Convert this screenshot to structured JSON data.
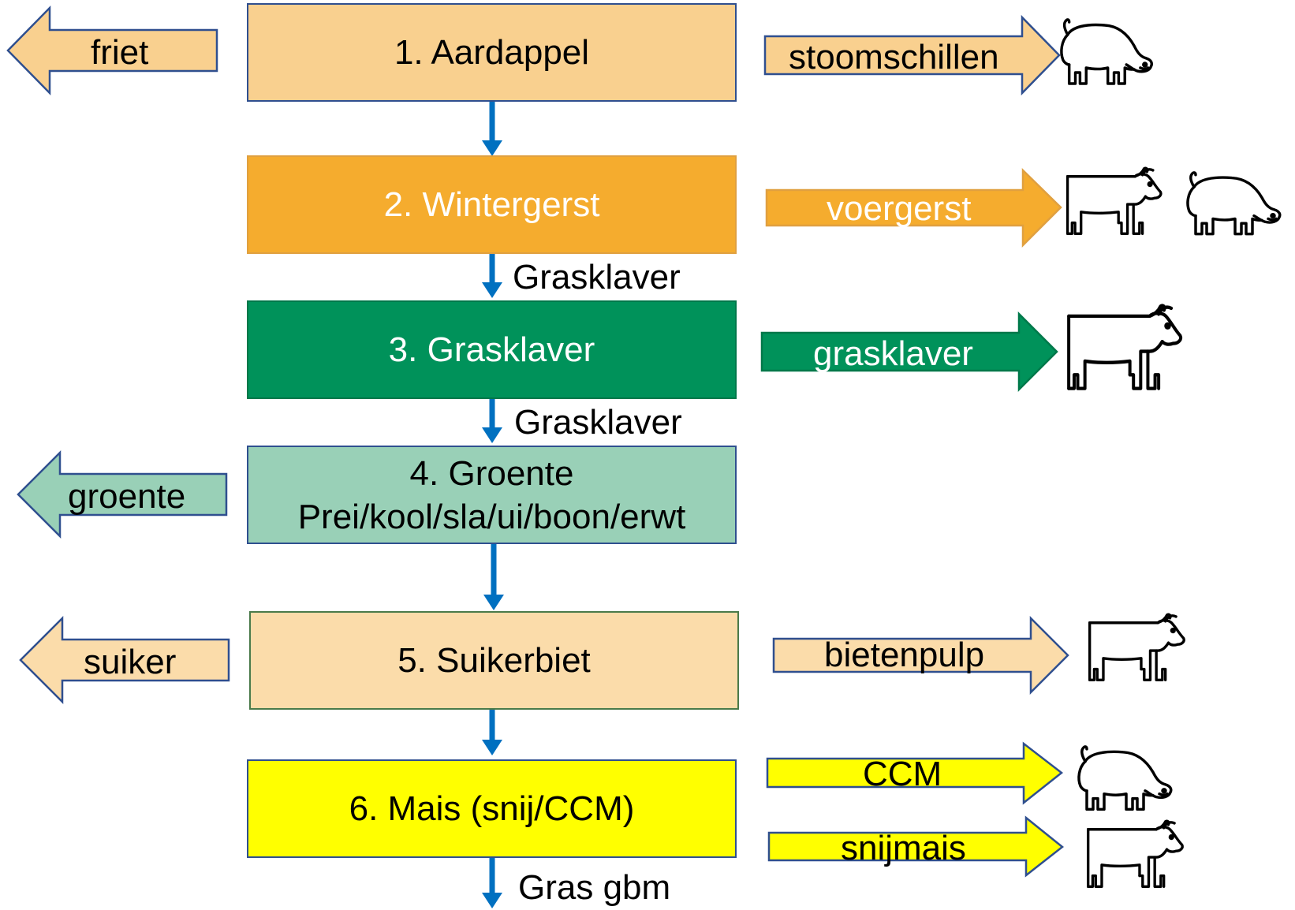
{
  "colors": {
    "accent_blue": "#0070c0",
    "border": "#2f4f8f",
    "potato": "#f9d08f",
    "barley": "#f5ac2e",
    "grassclover": "#00925a",
    "vegetable": "#99d0b7",
    "sugarbeet": "#fbdcaa",
    "maize": "#ffff00"
  },
  "crops": [
    {
      "label": "1. Aardappel"
    },
    {
      "label": "2. Wintergerst"
    },
    {
      "label": "3. Grasklaver"
    },
    {
      "label": "4. Groente",
      "sublabel": "Prei/kool/sla/ui/boon/erwt"
    },
    {
      "label": "5. Suikerbiet"
    },
    {
      "label": "6. Mais (snij/CCM)"
    }
  ],
  "catch_crops": [
    "Grasklaver",
    "Grasklaver",
    "Gras gbm"
  ],
  "outputs_left": [
    "friet",
    "groente",
    "suiker"
  ],
  "outputs_right": [
    "stoomschillen",
    "voergerst",
    "grasklaver",
    "bietenpulp",
    "CCM",
    "snijmais"
  ],
  "animals": {
    "stoomschillen": [
      "pig-icon"
    ],
    "voergerst": [
      "cow-icon",
      "pig-icon"
    ],
    "grasklaver": [
      "cow-icon"
    ],
    "bietenpulp": [
      "cow-icon"
    ],
    "CCM": [
      "pig-icon"
    ],
    "snijmais": [
      "cow-icon"
    ]
  }
}
